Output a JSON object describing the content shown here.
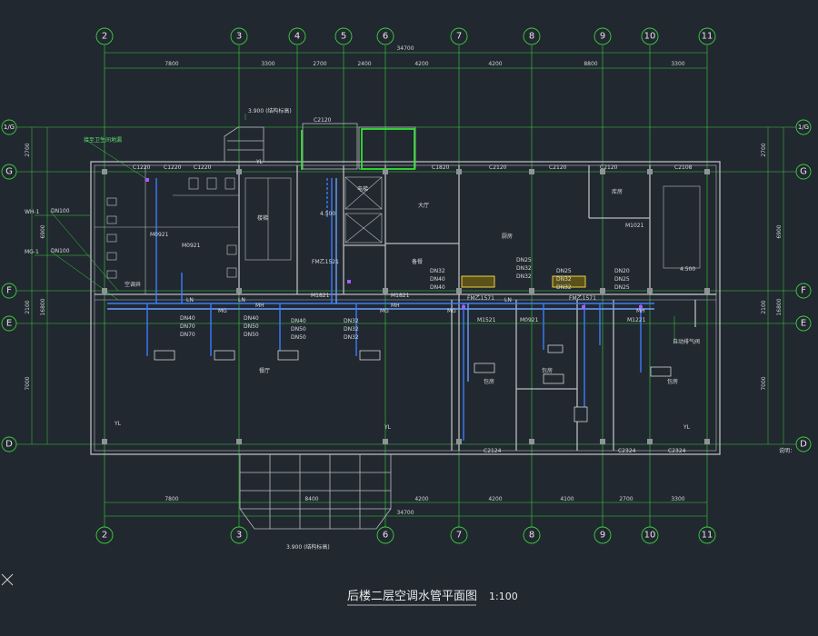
{
  "drawing": {
    "title": "后楼二层空调水管平面图",
    "scale": "1:100",
    "note": "说明：",
    "elev_top": "3.900 (结构标高)",
    "elev_bottom": "3.900 (结构标高)",
    "overall_dim": "34700",
    "overall_dim_bottom": "34700"
  },
  "axes": {
    "top": [
      "2",
      "3",
      "4",
      "5",
      "6",
      "7",
      "8",
      "9",
      "10",
      "11"
    ],
    "bottom": [
      "2",
      "3",
      "6",
      "7",
      "8",
      "9",
      "10",
      "11"
    ],
    "left": [
      "1/G",
      "G",
      "F",
      "E",
      "D"
    ],
    "right": [
      "1/G",
      "G",
      "F",
      "E",
      "D"
    ]
  },
  "dims": {
    "top": [
      "7800",
      "3300",
      "2700",
      "2400",
      "4200",
      "4200",
      "8800",
      "3300"
    ],
    "bottom": [
      "7800",
      "8400",
      "4200",
      "4200",
      "4100",
      "2700",
      "3300"
    ],
    "left_inner": [
      "2700",
      "2100",
      "7000"
    ],
    "left_outer": [
      "6900",
      "16800"
    ],
    "right_inner": [
      "2700",
      "2100",
      "7000"
    ],
    "right_outer": [
      "6900",
      "16800"
    ]
  },
  "labels": {
    "pipes": [
      "LN",
      "LN",
      "MH",
      "MG",
      "LN",
      "MH",
      "MG",
      "MG",
      "MH"
    ],
    "sizes_a": [
      "DN40",
      "DN70",
      "DN70"
    ],
    "sizes_b": [
      "DN40",
      "DN50",
      "DN50"
    ],
    "sizes_c": [
      "DN40",
      "DN50",
      "DN50"
    ],
    "sizes_d": [
      "DN32",
      "DN32",
      "DN32"
    ],
    "sizes_e": [
      "DN32",
      "DN40",
      "DN40"
    ],
    "sizes_f": [
      "DN25",
      "DN32",
      "DN32"
    ],
    "sizes_g": [
      "DN25",
      "DN32",
      "DN32"
    ],
    "sizes_h": [
      "DN20",
      "DN25",
      "DN25"
    ],
    "dn100a": "DN100",
    "dn100b": "DN100",
    "wm1": "WH-1",
    "mg1": "MG-1",
    "riser_note": "接至卫生间地漏",
    "fcu_top": "FM乙1521",
    "fcu_mid": "FM乙1571",
    "valve_note": "自动排气阀",
    "elev_left": "4.500",
    "elev_right": "4.500",
    "yl": [
      "YL",
      "YL",
      "YL",
      "YL"
    ],
    "windows_top": [
      "C2120",
      "C1220",
      "C1220",
      "C1220",
      "C1820",
      "C2120",
      "C2120",
      "C2120",
      "C2108"
    ],
    "windows_bottom": [
      "C2124",
      "C2324",
      "C2324"
    ],
    "doors": [
      "M0921",
      "M0921",
      "M1821",
      "M1821",
      "M1521",
      "M0921",
      "M1021",
      "M1221"
    ],
    "rooms": [
      "大厅",
      "厨房",
      "餐厅",
      "包房",
      "包房",
      "包房",
      "备餐",
      "库房",
      "电梯",
      "楼梯",
      "空调井"
    ]
  }
}
